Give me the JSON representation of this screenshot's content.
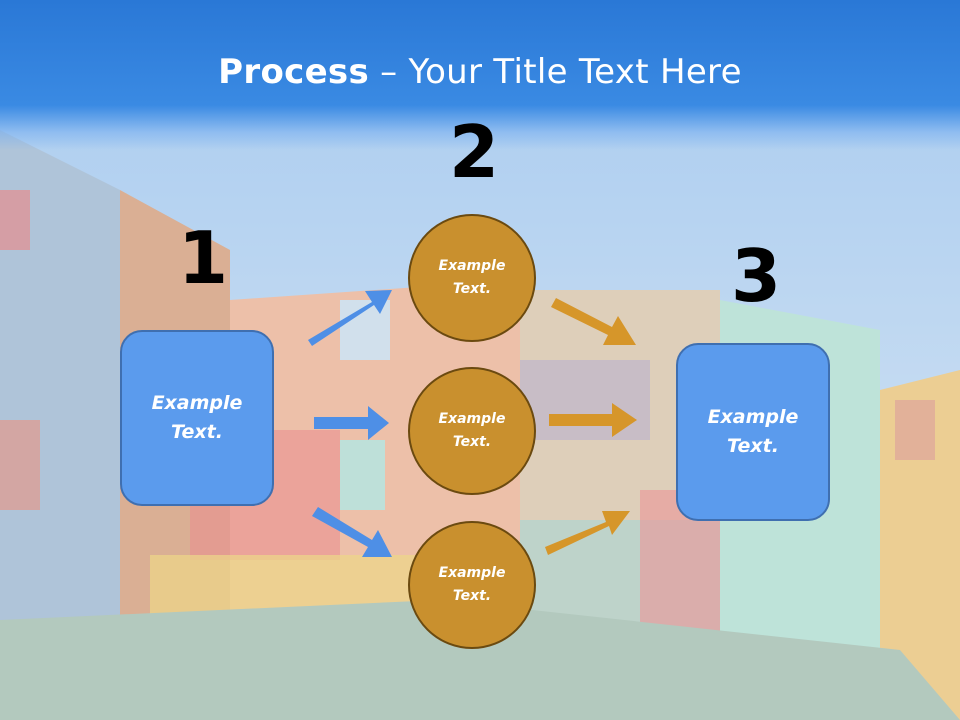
{
  "title": {
    "bold": "Process",
    "rest": " – Your Title Text Here"
  },
  "steps": {
    "one": "1",
    "two": "2",
    "three": "3"
  },
  "left_box": {
    "line1": "Example",
    "line2": "Text."
  },
  "right_box": {
    "line1": "Example",
    "line2": "Text."
  },
  "circles": [
    {
      "line1": "Example",
      "line2": "Text."
    },
    {
      "line1": "Example",
      "line2": "Text."
    },
    {
      "line1": "Example",
      "line2": "Text."
    }
  ],
  "colors": {
    "title_bar": "#2a78d6",
    "box_fill": "#5b9bed",
    "circle_fill": "#c9902e",
    "blue_arrow": "#4e8fe6",
    "gold_arrow": "#d6962a"
  }
}
